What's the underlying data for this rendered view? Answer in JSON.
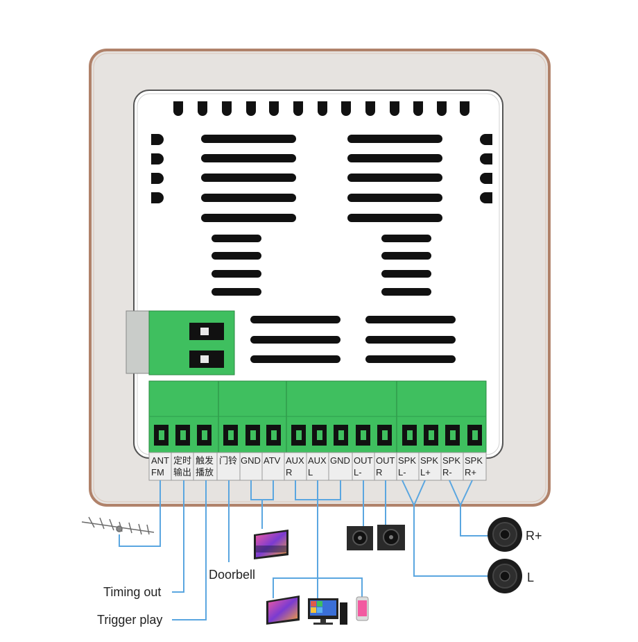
{
  "terminals": [
    {
      "line1": "ANT",
      "line2": "FM"
    },
    {
      "line1": "定时",
      "line2": "输出"
    },
    {
      "line1": "触发",
      "line2": "播放"
    },
    {
      "line1": "门铃",
      "line2": ""
    },
    {
      "line1": "GND",
      "line2": ""
    },
    {
      "line1": "ATV",
      "line2": ""
    },
    {
      "line1": "AUX",
      "line2": "R"
    },
    {
      "line1": "AUX",
      "line2": "L"
    },
    {
      "line1": "GND",
      "line2": ""
    },
    {
      "line1": "OUT",
      "line2": "L-"
    },
    {
      "line1": "OUT",
      "line2": "R"
    },
    {
      "line1": "SPK",
      "line2": "L-"
    },
    {
      "line1": "SPK",
      "line2": "L+"
    },
    {
      "line1": "SPK",
      "line2": "R-"
    },
    {
      "line1": "SPK",
      "line2": "R+"
    }
  ],
  "captions": {
    "doorbell": "Doorbell",
    "timing_out": "Timing out",
    "trigger_play": "Trigger play",
    "speaker_right": "R+",
    "speaker_left": "L"
  },
  "colors": {
    "frame": "#b0826a",
    "panel": "#e6e3e0",
    "terminal_green": "#3fbf5f",
    "wire_blue": "#5aa6e0",
    "slot": "#111111"
  }
}
